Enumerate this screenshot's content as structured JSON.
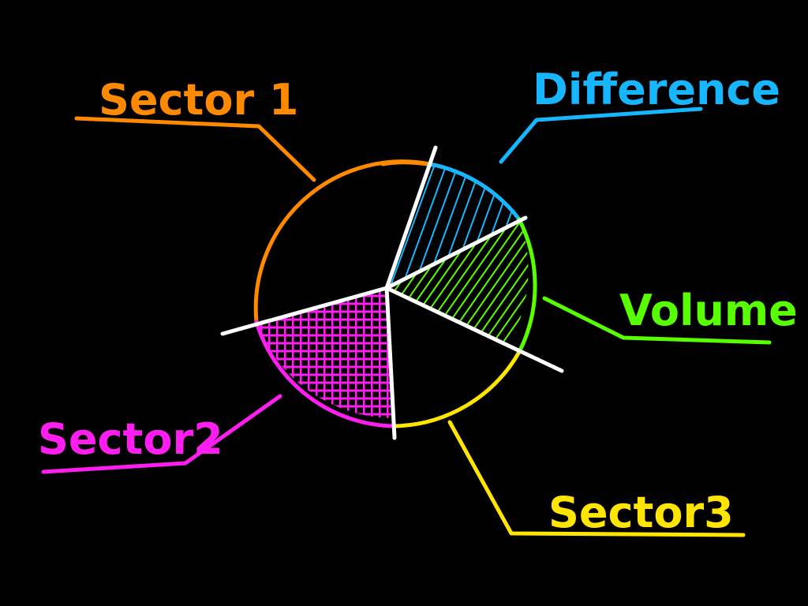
{
  "diagram": {
    "labels": [
      {
        "id": "sector1",
        "text": "Sector 1",
        "color": "#ff8a00"
      },
      {
        "id": "difference",
        "text": "Difference",
        "color": "#17b6ff"
      },
      {
        "id": "volume",
        "text": "Volume",
        "color": "#57ff00"
      },
      {
        "id": "sector3",
        "text": "Sector3",
        "color": "#ffe500"
      },
      {
        "id": "sector2",
        "text": "Sector2",
        "color": "#ff1ef0"
      }
    ],
    "divider_color": "#ffffff",
    "background": "#000000"
  }
}
